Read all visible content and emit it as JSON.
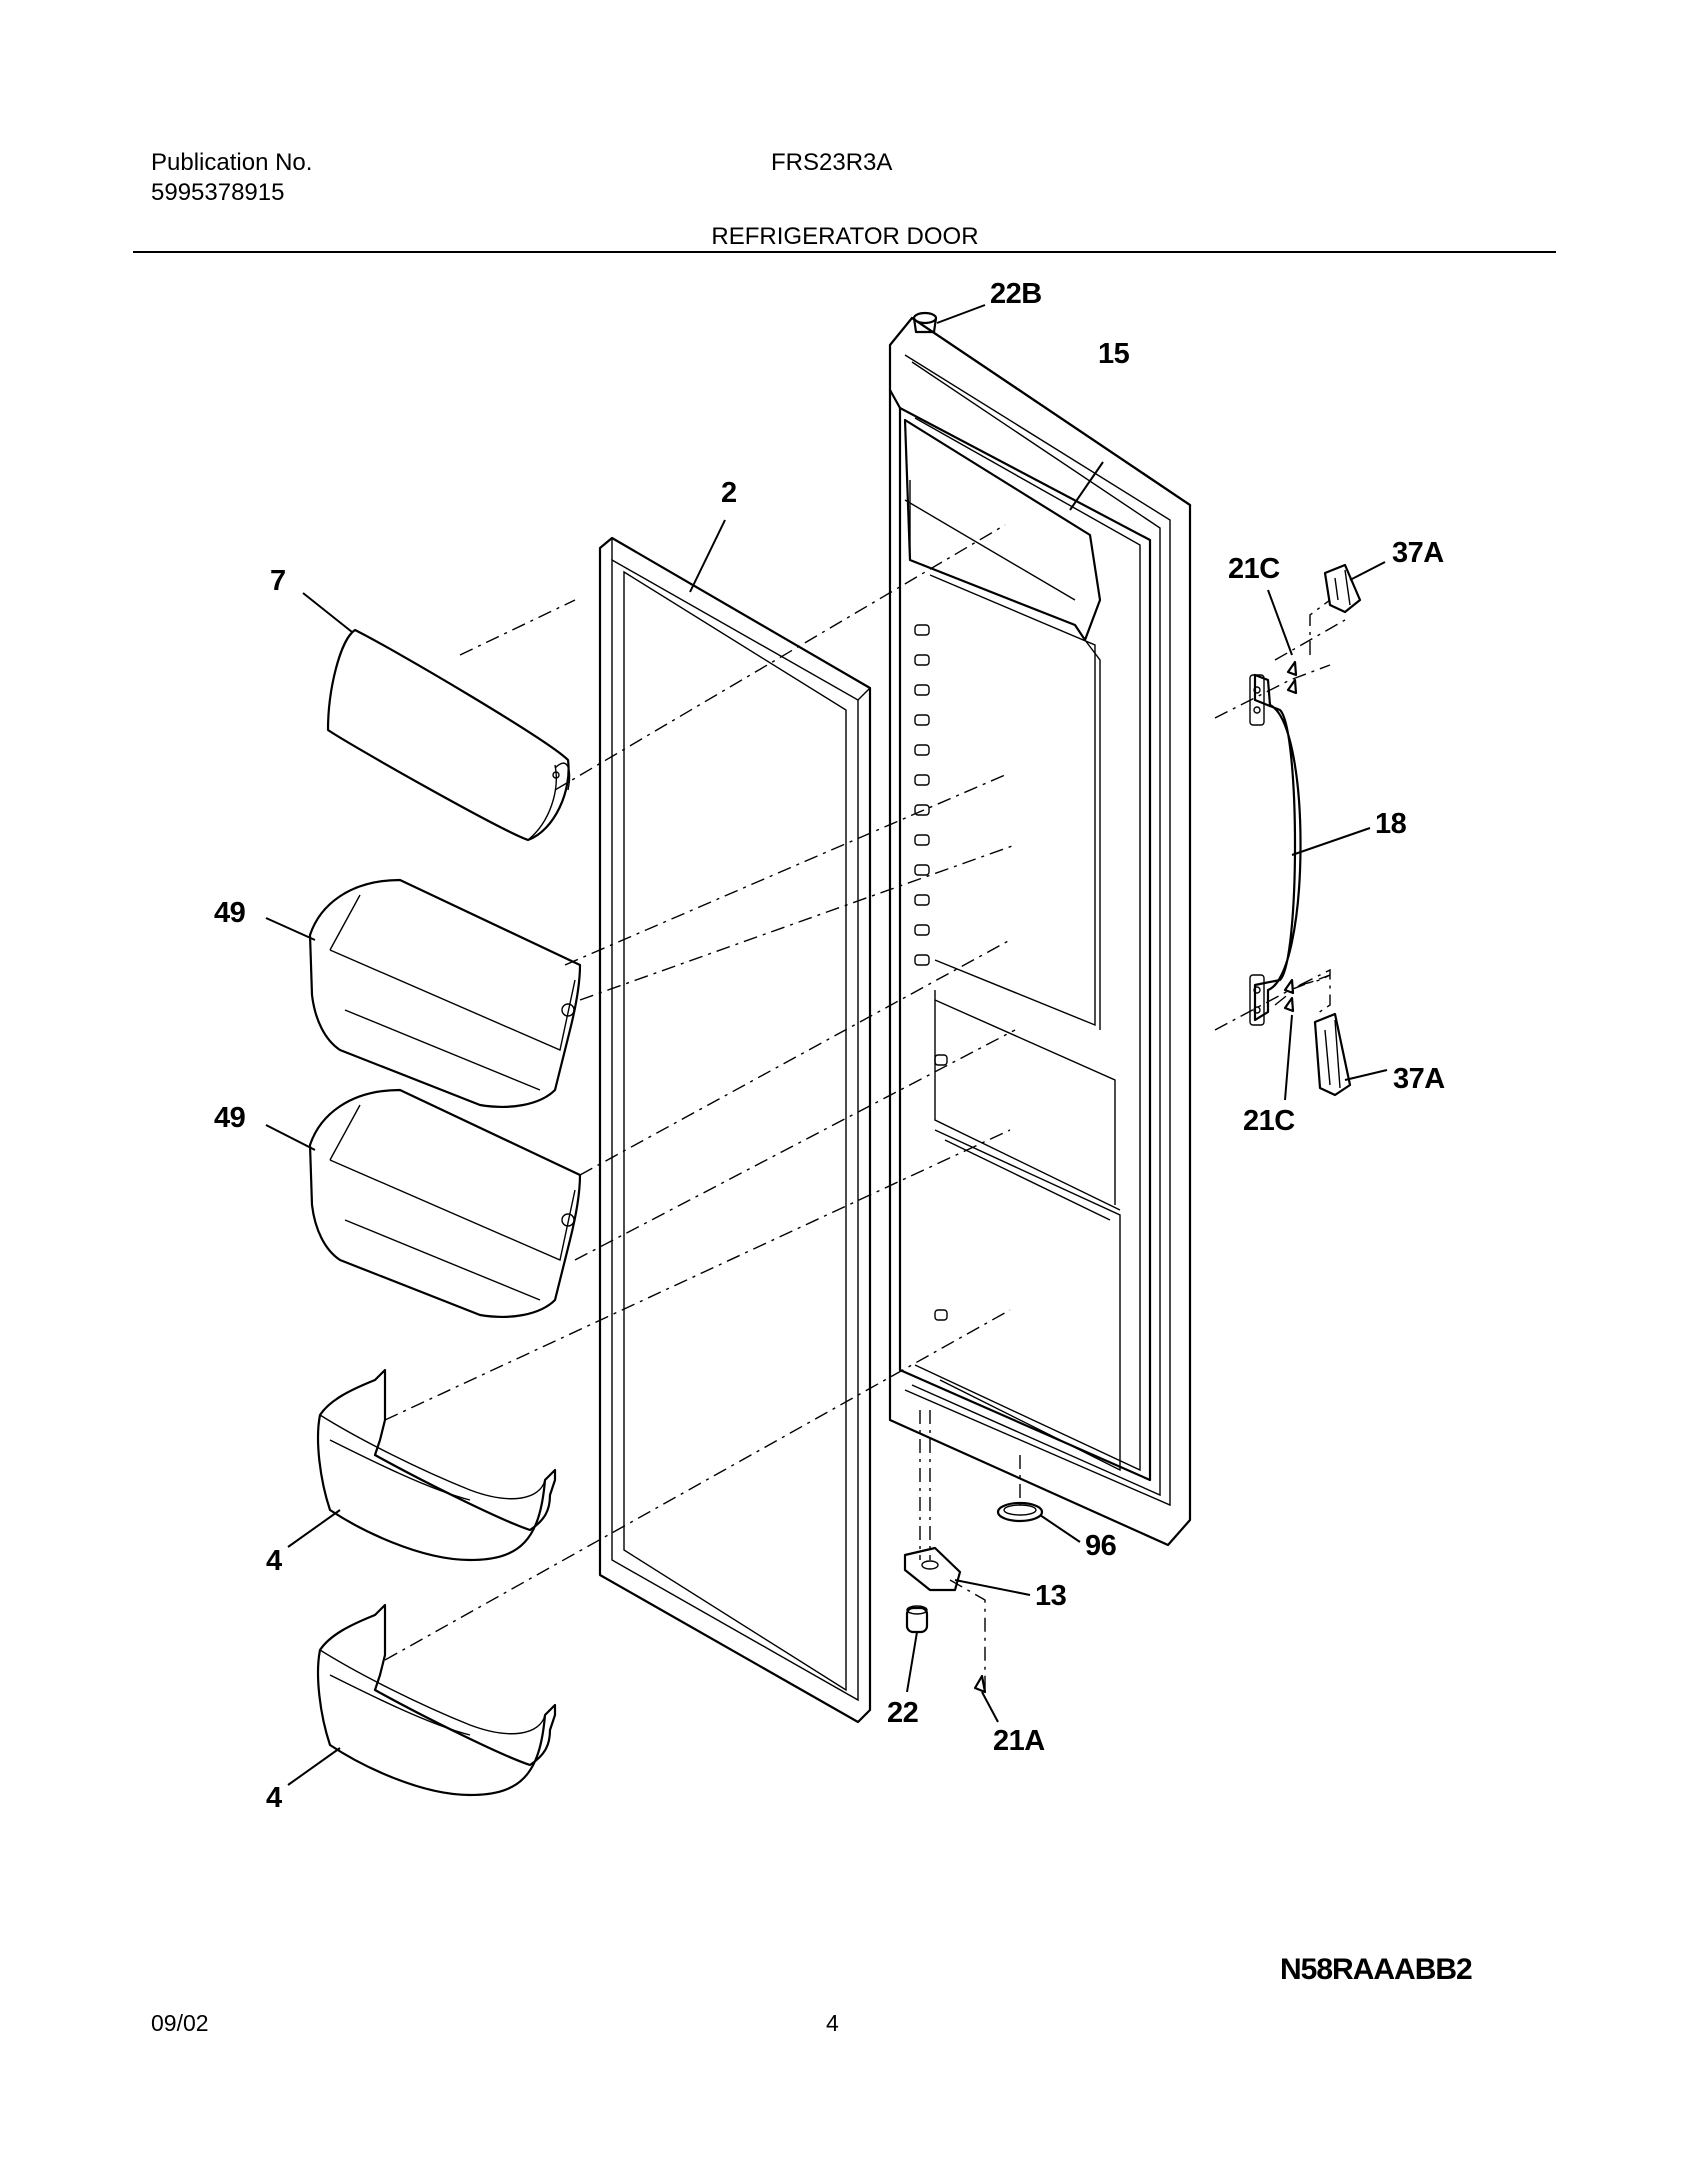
{
  "header": {
    "publication_label": "Publication No.",
    "publication_number": "5995378915",
    "model": "FRS23R3A",
    "section_title": "REFRIGERATOR DOOR"
  },
  "callouts": {
    "c_22b": "22B",
    "c_15": "15",
    "c_2": "2",
    "c_7": "7",
    "c_21c_top": "21C",
    "c_37a_top": "37A",
    "c_18": "18",
    "c_49_top": "49",
    "c_49_bottom": "49",
    "c_21c_bottom": "21C",
    "c_37a_bottom": "37A",
    "c_4_top": "4",
    "c_96": "96",
    "c_13": "13",
    "c_22": "22",
    "c_21a": "21A",
    "c_4_bottom": "4"
  },
  "diagram_code": "N58RAAABB2",
  "footer": {
    "date": "09/02",
    "page": "4"
  }
}
